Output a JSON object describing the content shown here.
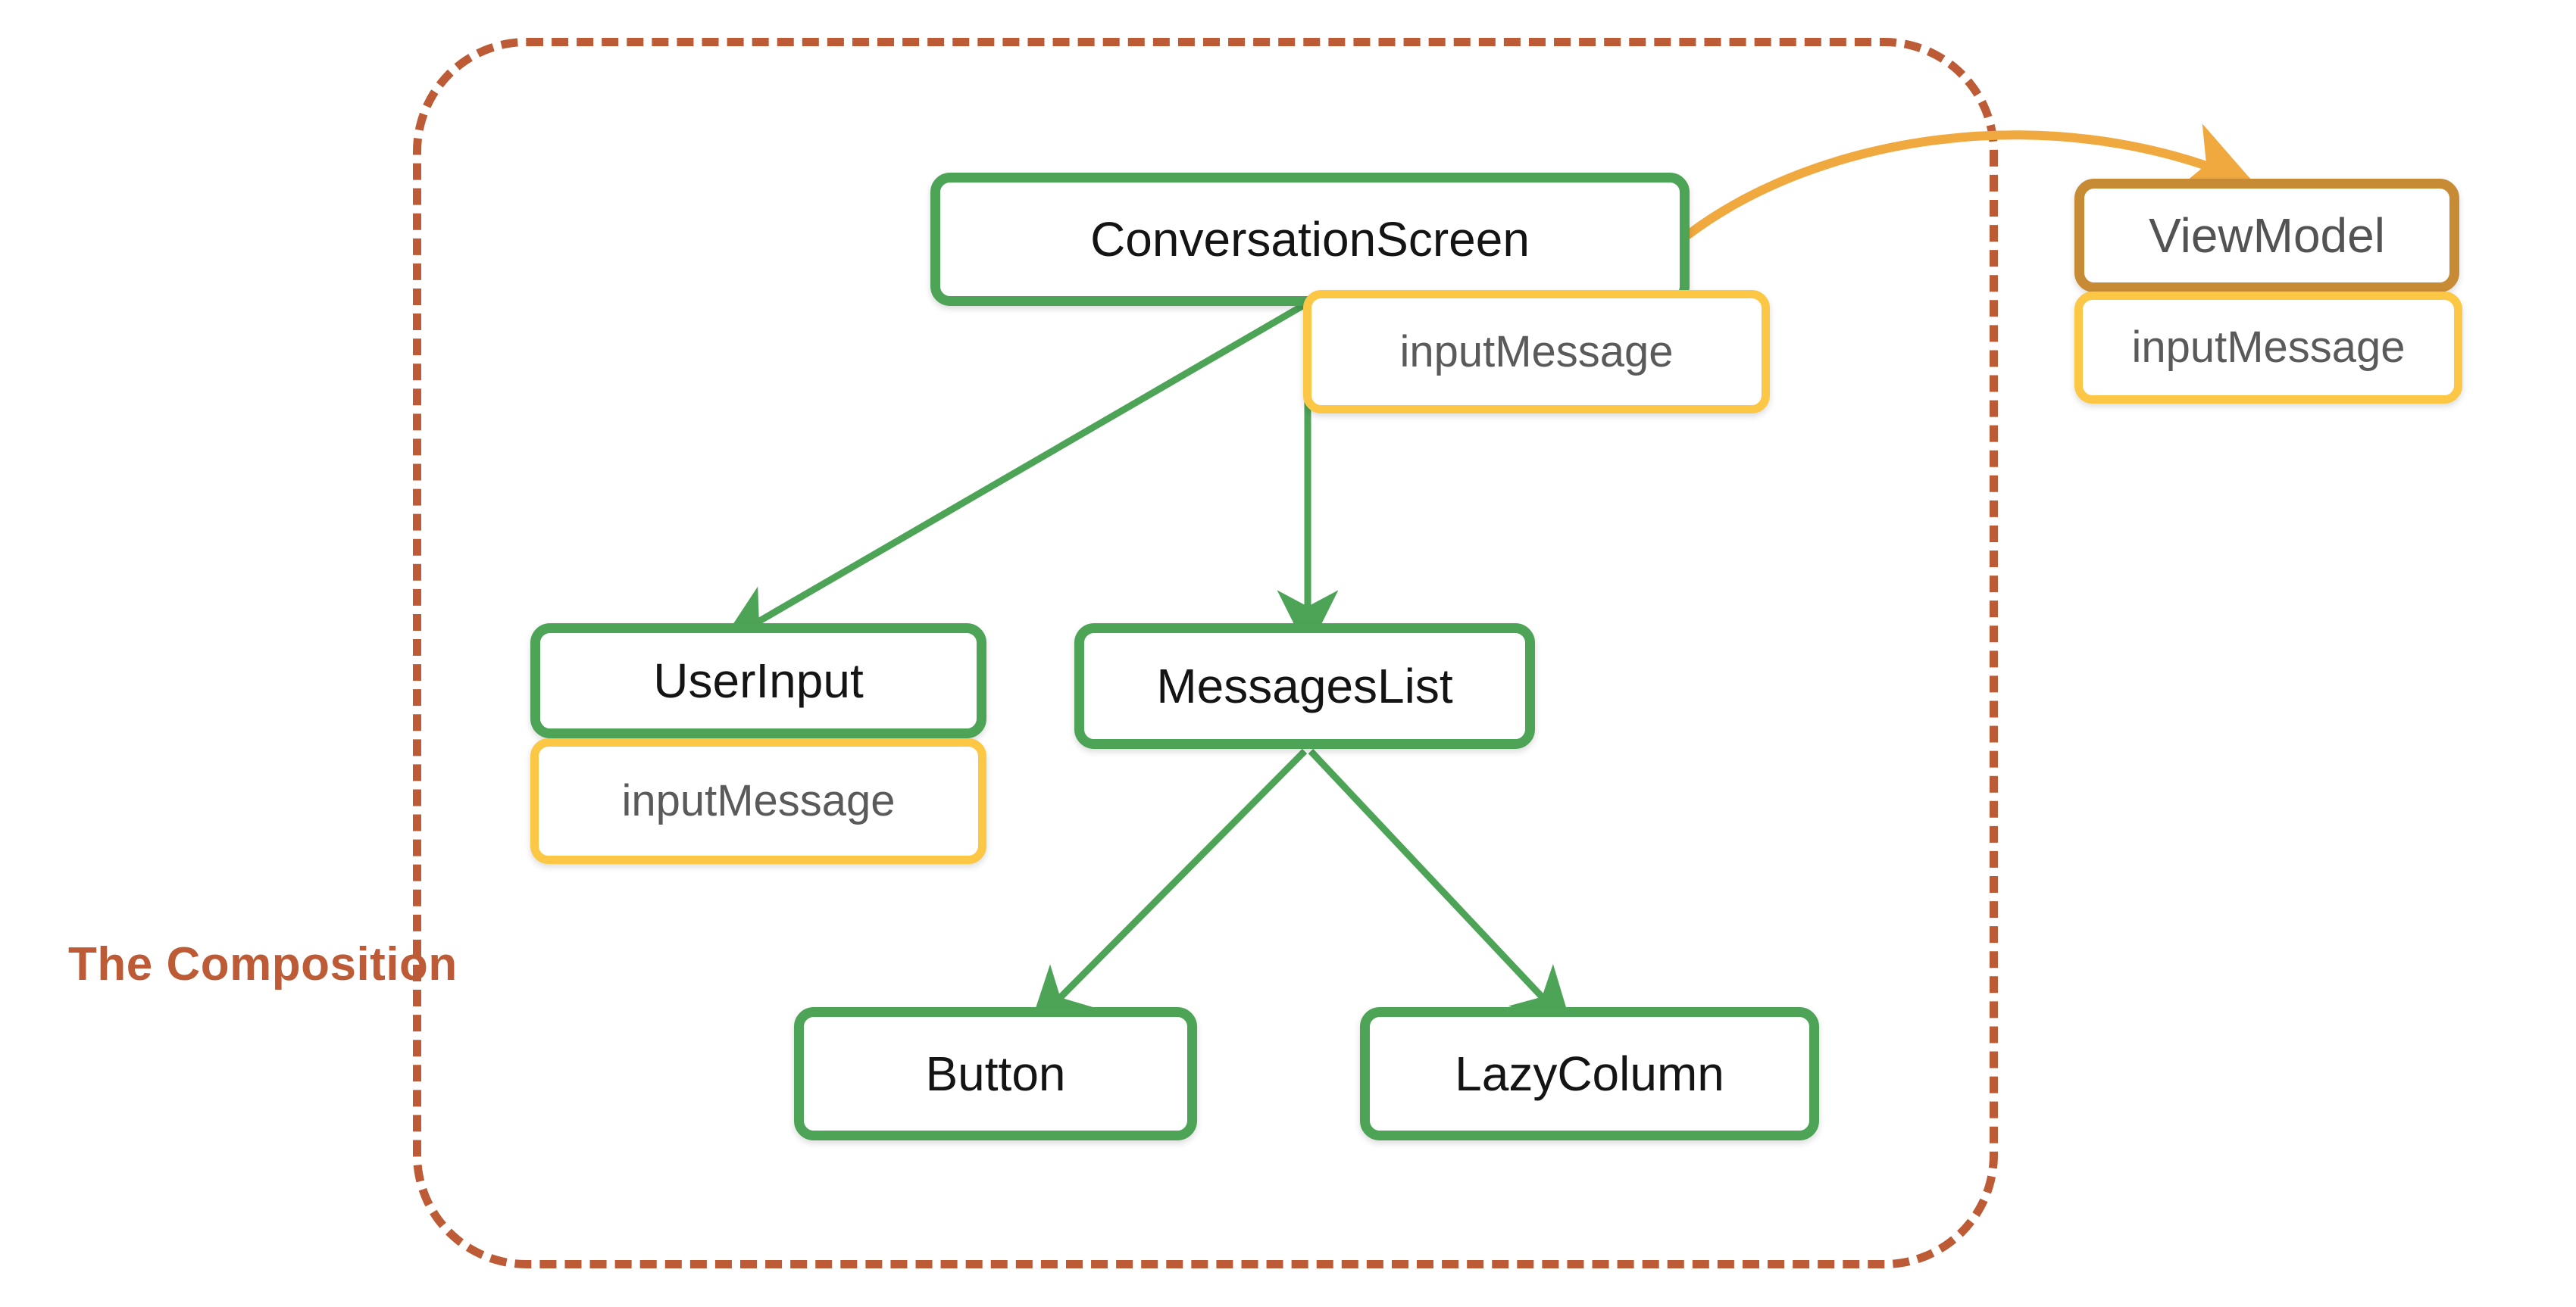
{
  "diagram": {
    "title": "The Composition",
    "background": "#ffffff",
    "colors": {
      "composable_border": "#4da457",
      "state_border": "#fbc745",
      "viewmodel_border": "#c68b34",
      "composition_frame": "#bc5b35",
      "arrow_green": "#4da457",
      "arrow_orange": "#f0a93f",
      "node_text": "#141414",
      "state_text": "#5a5a5a"
    },
    "frame_label": "The Composition",
    "nodes": [
      {
        "id": "conversationscreen",
        "label": "ConversationScreen",
        "kind": "composable"
      },
      {
        "id": "userinput",
        "label": "UserInput",
        "kind": "composable"
      },
      {
        "id": "messageslist",
        "label": "MessagesList",
        "kind": "composable"
      },
      {
        "id": "button",
        "label": "Button",
        "kind": "composable"
      },
      {
        "id": "lazycolumn",
        "label": "LazyColumn",
        "kind": "composable"
      },
      {
        "id": "viewmodel",
        "label": "ViewModel",
        "kind": "viewmodel"
      }
    ],
    "state_chips": [
      {
        "id": "state-conversationscreen",
        "label": "inputMessage",
        "owner": "conversationscreen"
      },
      {
        "id": "state-userinput",
        "label": "inputMessage",
        "owner": "userinput"
      },
      {
        "id": "state-viewmodel",
        "label": "inputMessage",
        "owner": "viewmodel"
      }
    ],
    "edges": [
      {
        "from": "conversationscreen",
        "to": "userinput",
        "style": "green-straight"
      },
      {
        "from": "conversationscreen",
        "to": "messageslist",
        "style": "green-straight"
      },
      {
        "from": "messageslist",
        "to": "button",
        "style": "green-straight"
      },
      {
        "from": "messageslist",
        "to": "lazycolumn",
        "style": "green-straight"
      },
      {
        "from": "conversationscreen",
        "to": "viewmodel",
        "style": "orange-curved"
      }
    ]
  }
}
